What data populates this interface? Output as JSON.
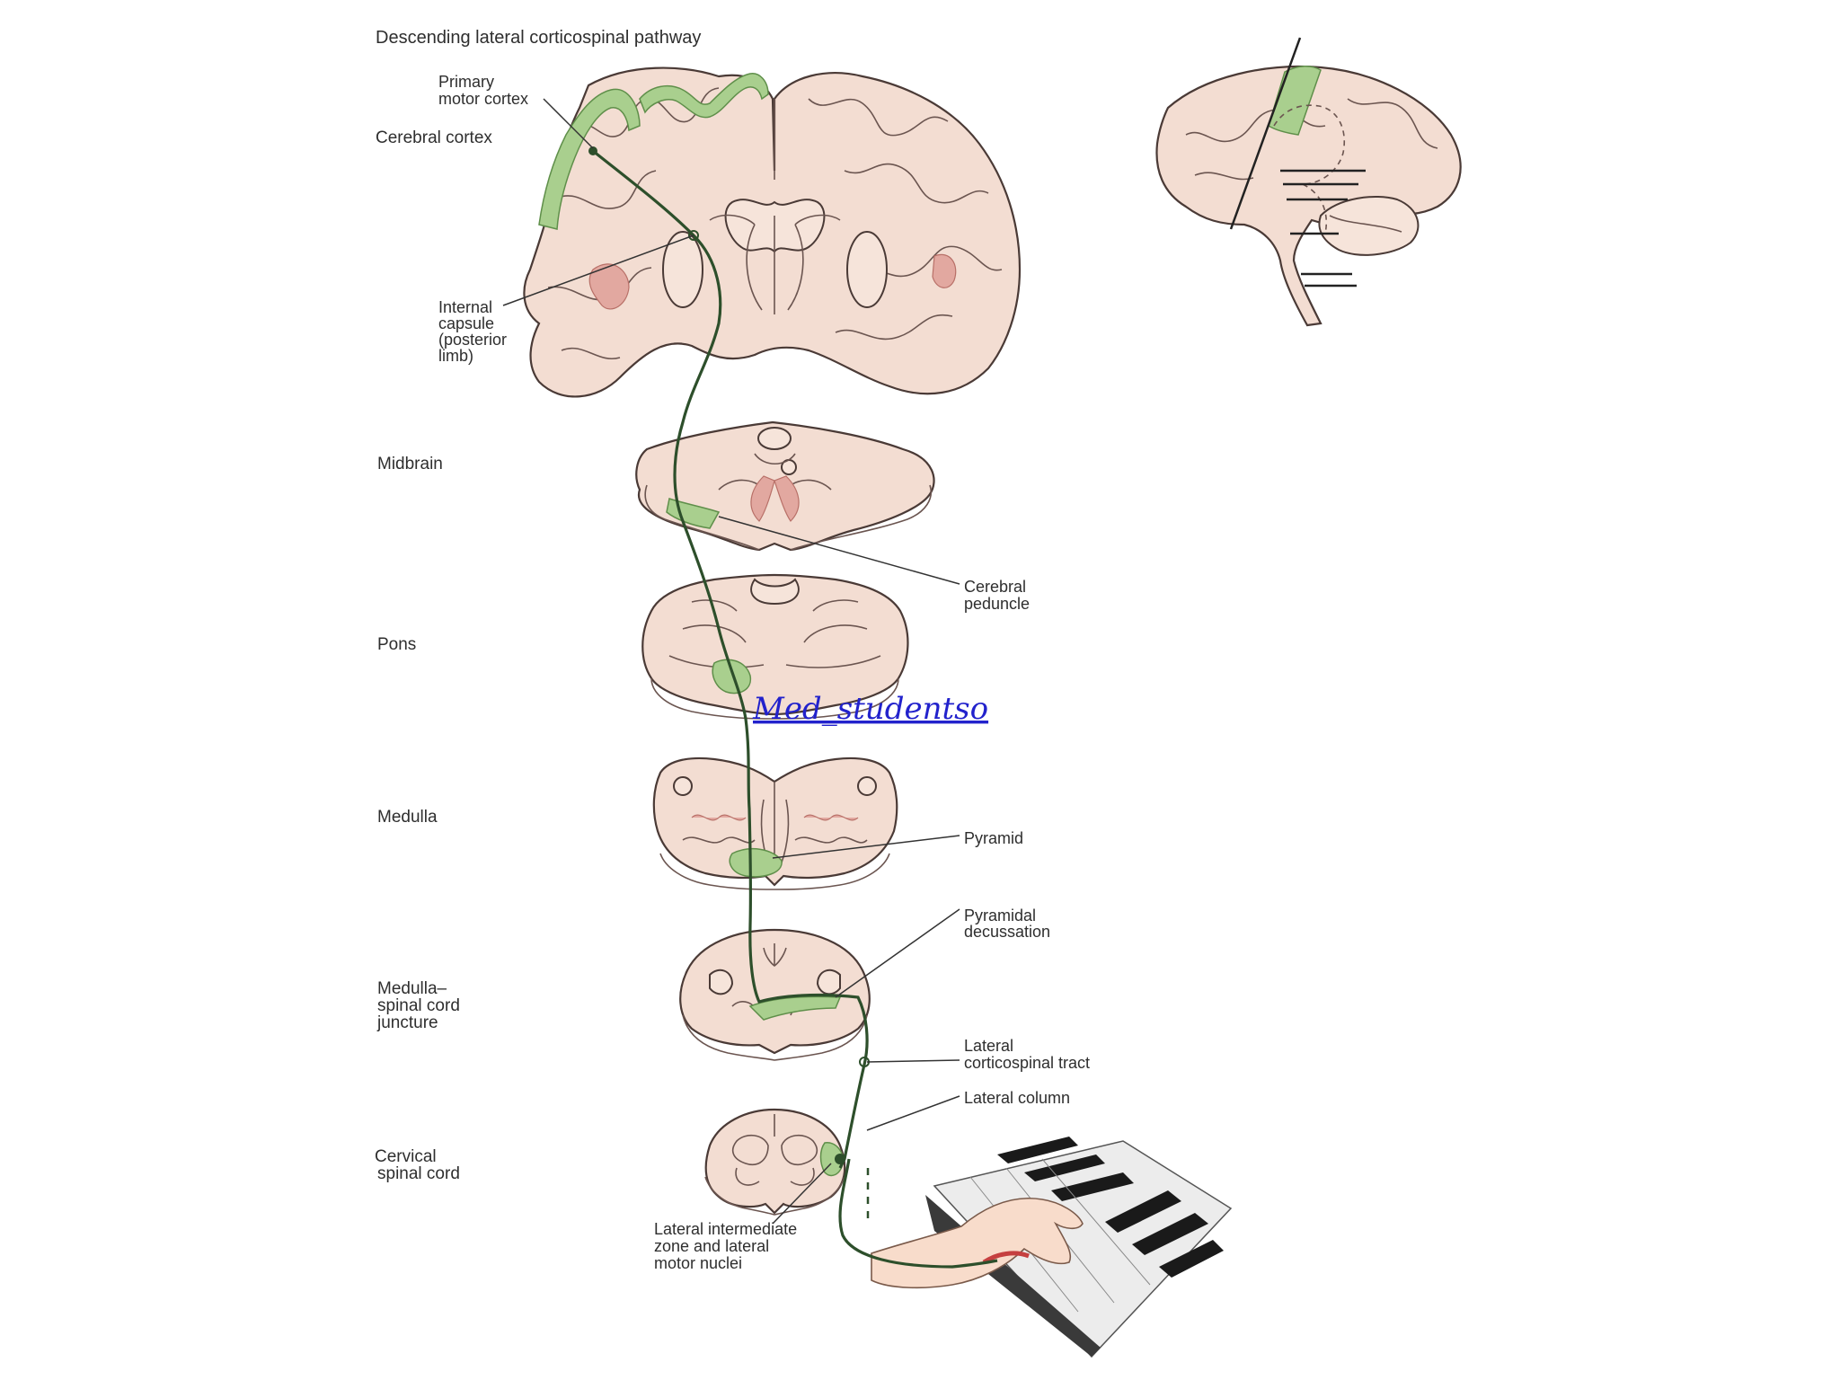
{
  "title": "Descending lateral corticospinal pathway",
  "levels": {
    "cortex": "Cerebral cortex",
    "midbrain": "Midbrain",
    "pons": "Pons",
    "medulla": "Medulla",
    "juncture_1": "Medulla–",
    "juncture_2": "spinal cord",
    "juncture_3": "juncture",
    "cervical_1": "Cervical",
    "cervical_2": "spinal cord"
  },
  "annotations": {
    "primary_motor_1": "Primary",
    "primary_motor_2": "motor cortex",
    "internal_capsule_1": "Internal",
    "internal_capsule_2": "capsule",
    "internal_capsule_3": "(posterior",
    "internal_capsule_4": "limb)",
    "cerebral_peduncle_1": "Cerebral",
    "cerebral_peduncle_2": "peduncle",
    "pyramid": "Pyramid",
    "decussation_1": "Pyramidal",
    "decussation_2": "decussation",
    "lateral_tract_1": "Lateral",
    "lateral_tract_2": "corticospinal tract",
    "lateral_column": "Lateral column",
    "intermediate_1": "Lateral intermediate",
    "intermediate_2": "zone and lateral",
    "intermediate_3": "motor nuclei"
  },
  "watermark": "Med_studentso",
  "colors": {
    "tissue": "#f3ddd2",
    "tract_green": "#a9cf8e",
    "pathway": "#2d4f2b",
    "watermark": "#2222cc"
  }
}
